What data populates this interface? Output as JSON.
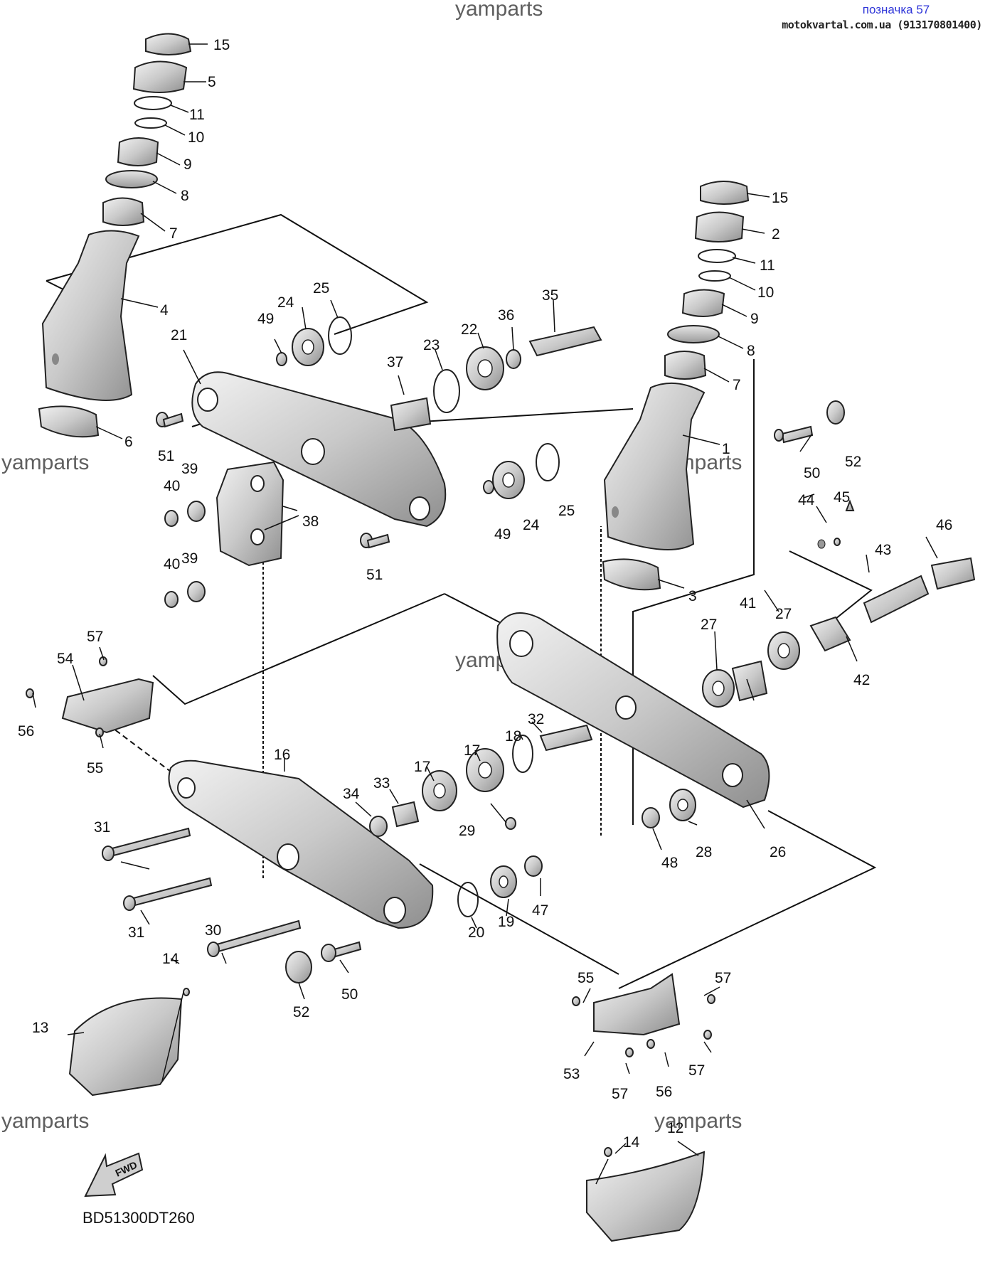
{
  "header": {
    "pozn_link": "позначка 57",
    "site": "motokvartal.com.ua (913170801400)"
  },
  "watermark": "yamparts",
  "diagram_code": "BD51300DT260",
  "fwd_label": "FWD",
  "labels": [
    "1",
    "2",
    "3",
    "4",
    "5",
    "6",
    "7",
    "8",
    "9",
    "10",
    "11",
    "12",
    "13",
    "14",
    "15",
    "16",
    "17",
    "18",
    "19",
    "20",
    "21",
    "22",
    "23",
    "24",
    "25",
    "26",
    "27",
    "28",
    "29",
    "30",
    "31",
    "32",
    "33",
    "34",
    "35",
    "36",
    "37",
    "38",
    "39",
    "40",
    "41",
    "42",
    "43",
    "44",
    "45",
    "46",
    "47",
    "48",
    "49",
    "50",
    "51",
    "52",
    "53",
    "54",
    "55",
    "56",
    "57"
  ]
}
